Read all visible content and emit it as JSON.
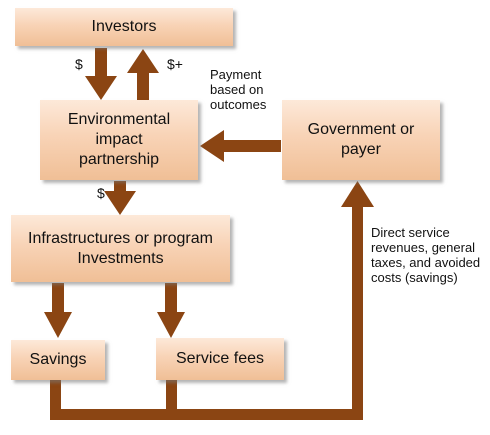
{
  "boxes": {
    "investors": "Investors",
    "eip": "Environmental\nimpact\npartnership",
    "gov": "Government or\npayer",
    "infra": "Infrastructures or program\nInvestments",
    "savings": "Savings",
    "fees": "Service fees"
  },
  "labels": {
    "dollar_down": "$",
    "dollar_up": "$+",
    "payment": "Payment\nbased on\noutcomes",
    "dollar_infra": "$",
    "direct": "Direct service\nrevenues, general\ntaxes, and avoided\ncosts (savings)"
  },
  "colors": {
    "arrow": "#8b4513",
    "box_top": "#fde9d9",
    "box_bottom": "#f0bf96"
  }
}
